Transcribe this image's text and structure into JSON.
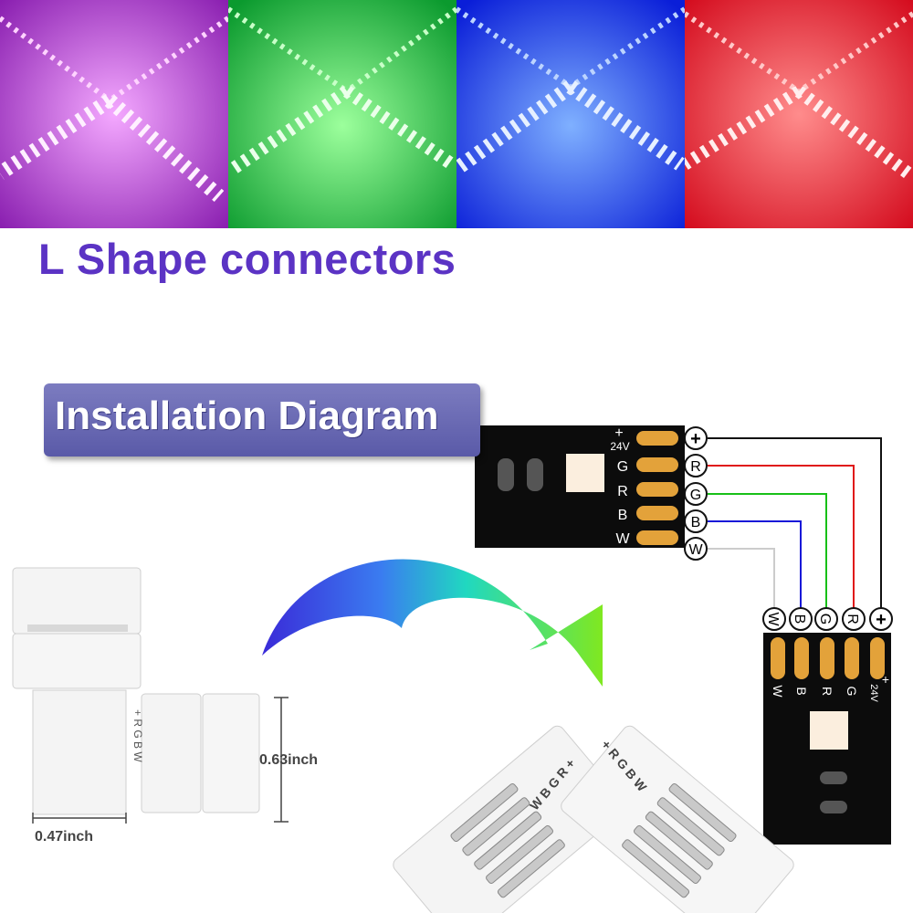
{
  "title": "L Shape connectors",
  "badge": "Installation Diagram",
  "photos": [
    {
      "color": "#c23ad8"
    },
    {
      "color": "#1bc84a"
    },
    {
      "color": "#1538f0"
    },
    {
      "color": "#f0202e"
    }
  ],
  "pcb_top": {
    "voltage": "24V",
    "plus": "+",
    "pins": [
      "G",
      "R",
      "B",
      "W"
    ]
  },
  "pcb_right": {
    "voltage": "24V",
    "plus": "+",
    "pins": [
      "W",
      "B",
      "R",
      "G"
    ]
  },
  "wires": [
    {
      "label": "+",
      "color": "#111111"
    },
    {
      "label": "R",
      "color": "#e01818"
    },
    {
      "label": "G",
      "color": "#18c018"
    },
    {
      "label": "B",
      "color": "#1818d8"
    },
    {
      "label": "W",
      "color": "#cccccc"
    }
  ],
  "connector_left": {
    "top_pins": "W B G R +",
    "side_pins": "+ R G B W",
    "width": "0.47inch",
    "height": "0.63inch"
  },
  "connector_l": {
    "left_pins": "W B G R +",
    "right_pins": "+ R G B W"
  }
}
